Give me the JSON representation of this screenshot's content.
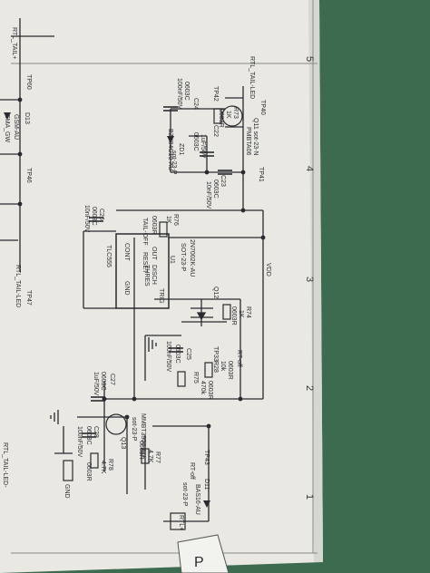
{
  "photo": {
    "background_color": "#3c6b4f",
    "paper_color": "#e9e8e3",
    "ink_color": "#2a2a30",
    "grid_numbers": [
      "5",
      "4",
      "3",
      "2",
      "1"
    ],
    "part_labels": {
      "rtl_tail_left": "RTL_TAIL+",
      "tp40": "TP40",
      "rtl_tail_led": "RTL_TAIL-LED",
      "q11": "Q11 sot-23-N",
      "pmbta06": "PMBTA06",
      "r73": "R73",
      "r73_val": "1K",
      "r73_pkg": "0603R",
      "tp42": "TP42",
      "c24": "C24",
      "c24_val": "100nF/50V",
      "c24_pkg": "0603C",
      "zd1": "ZD1",
      "zd1_part": "BZX84C10-AU",
      "zd1_pkg": "sot-23-P",
      "c22": "C22",
      "c22_val": "1uF/50V",
      "c22_pkg": "0603C",
      "c23": "C23",
      "c23_val": "10nF/50V",
      "c23_pkg": "0603C",
      "tp41": "TP41",
      "c26": "C26",
      "c26_val": "10nF/50V",
      "c26_pkg": "0603C",
      "r76": "R76",
      "r76_val": "1K",
      "r76_pkg": "0603R",
      "tail_off": "TAIL-OFF",
      "u1": "U1",
      "tlc555": "TLC555",
      "pin_cont": "CONT",
      "pin_gnd": "GND",
      "pin_reset": "RESET",
      "pin_thres": "THRES",
      "pin_out": "OUT",
      "pin_disch": "DISCH",
      "pin_trig": "TRIG",
      "pin_vdd": "VDD",
      "q12": "Q12",
      "q12_part": "2N7002K-AU",
      "q12_pkg": "SOT-23-P",
      "r74": "R74",
      "r74_val": "1K",
      "r74_pkg": "0603R",
      "tp33": "TP33",
      "c25": "C25",
      "c25_val": "100nF/50V",
      "c25_pkg": "0603C",
      "r75": "R75",
      "r75_val": "470k",
      "r75_pkg": "0603R",
      "r28": "R28",
      "r28_val": "10k",
      "r28_pkg": "0603R",
      "rt_off": "RT-off",
      "c27": "C27",
      "c27_val": "1uF/50V",
      "c27_pkg": "0603C",
      "c28": "C28",
      "c28_val": "100nF/50V",
      "c28_pkg": "0603C",
      "q13": "Q13",
      "mmbt3904": "MMBT3904-AU",
      "q13_pkg": "sot-23-P",
      "r77": "R77",
      "r77_val": "4.7K",
      "r77_pkg": "0603R",
      "r78": "R78",
      "r78_val": "4.7K",
      "r78_pkg": "0603R",
      "tp43": "TP43",
      "d11": "D11",
      "bas16": "BAS16-AU",
      "d11_pkg": "sot-23-P",
      "rt_in": "RTL+",
      "gnd": "GND",
      "left_rtl_tail": "RTL_TAIL+",
      "left_tp60": "TP60",
      "left_d13": "D13",
      "left_gsm": "GSM-AU",
      "left_sma": "SMA_GW",
      "left_tp46": "TP46",
      "left_tp47": "TP47",
      "left_rtl_tail_led": "RTL_TAIL-LED",
      "left_rtl_tail_bottom": "RTL_TAIL-LED-",
      "corner_letter": "P"
    }
  }
}
